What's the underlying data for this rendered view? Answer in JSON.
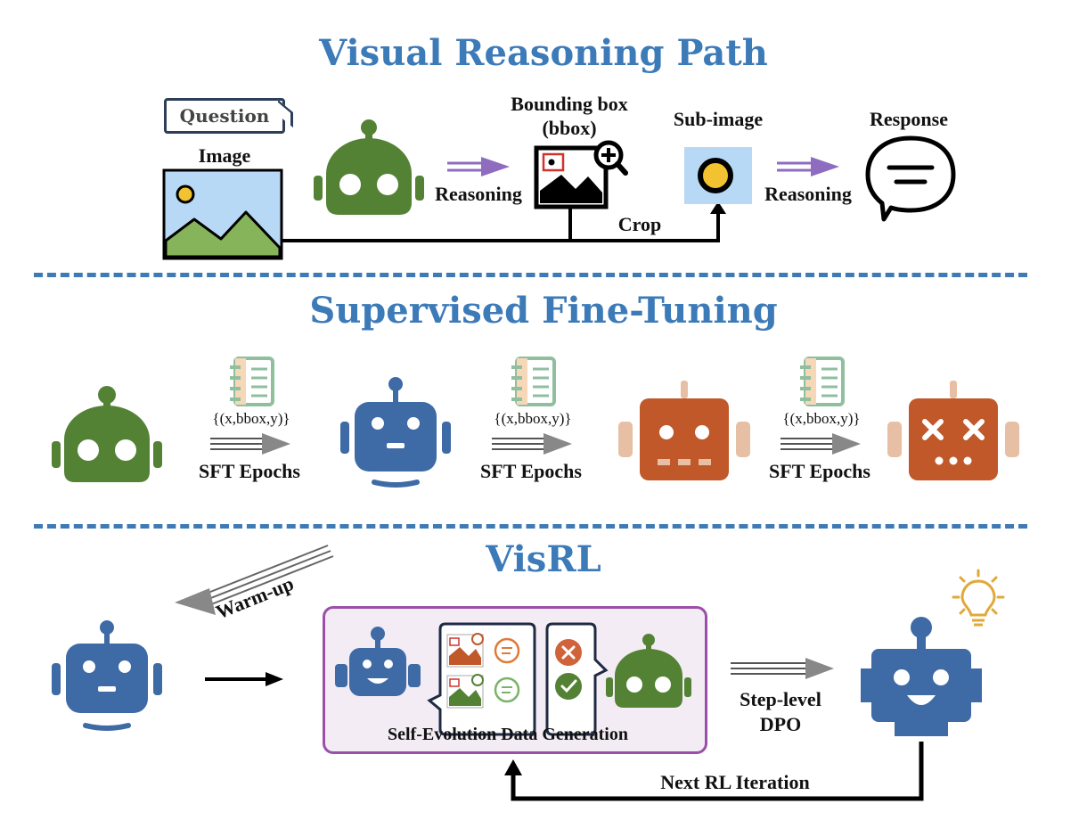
{
  "sections": {
    "visual_reasoning_title": "Visual Reasoning Path",
    "sft_title": "Supervised Fine-Tuning",
    "visrl_title": "VisRL"
  },
  "visual_path": {
    "question": "Question",
    "image": "Image",
    "reasoning_1": "Reasoning",
    "bbox_line1": "Bounding box",
    "bbox_line2": "(bbox)",
    "crop": "Crop",
    "sub_image": "Sub-image",
    "reasoning_2": "Reasoning",
    "response": "Response"
  },
  "sft": {
    "data_1": "{(x,bbox,y)}",
    "epochs_1": "SFT Epochs",
    "data_2": "{(x,bbox,y)}",
    "epochs_2": "SFT Epochs",
    "data_3": "{(x,bbox,y)}",
    "epochs_3": "SFT Epochs"
  },
  "visrl": {
    "warmup": "Warm-up",
    "self_evolution": "Self-Evolution Data Generation",
    "dpo_line1": "Step-level",
    "dpo_line2": "DPO",
    "next_iteration": "Next RL Iteration"
  },
  "colors": {
    "title_blue": "#3c7ab8",
    "robot_green": "#548235",
    "robot_blue": "#3e6aa5",
    "robot_orange": "#c0582a",
    "robot_tan": "#e7bfa4",
    "arrow_purple": "#8e6cc0",
    "box_purple": "#9b4fa8",
    "notebook_green": "#8fbf9f",
    "bulb_gold": "#e0a93a"
  },
  "icons": {
    "robot": "robot-icon",
    "image": "image-icon",
    "bbox_search": "bbox-search-icon",
    "sub_image": "sub-image-icon",
    "response_bubble": "speech-bubble-icon",
    "notebook": "notebook-icon",
    "lightbulb": "lightbulb-icon",
    "cross": "cross-circle-icon",
    "check": "check-circle-icon"
  }
}
